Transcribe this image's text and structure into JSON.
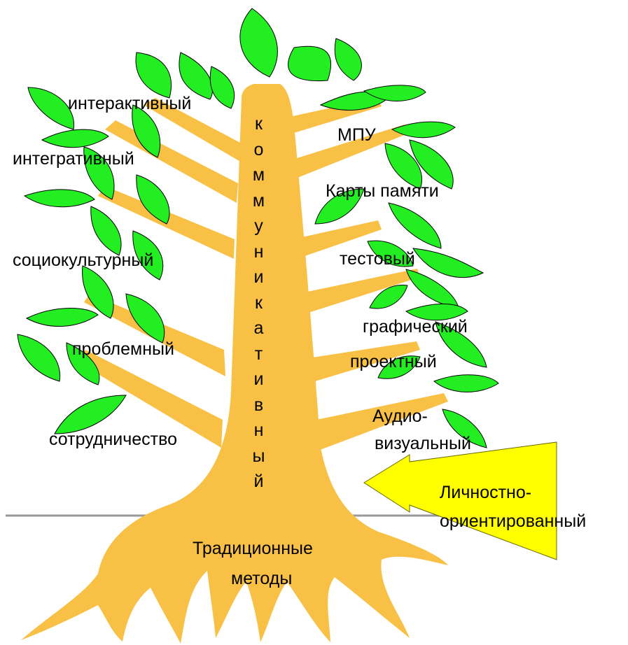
{
  "colors": {
    "leaf": "#22ee22",
    "trunk": "#f8c044",
    "arrow": "#ffff00",
    "ground": "#999999",
    "outline": "#000000"
  },
  "trunk_letters": [
    "к",
    "о",
    "м",
    "м",
    "у",
    "н",
    "и",
    "к",
    "а",
    "т",
    "и",
    "в",
    "н",
    "ы",
    "й"
  ],
  "left_branches": {
    "interactive": "интерактивный",
    "integrative": "интегративный",
    "sociocultural": "социокультурный",
    "problem": "проблемный",
    "cooperation": "сотрудничество"
  },
  "right_branches": {
    "mpu": "МПУ",
    "mind_maps": "Карты памяти",
    "test": "тестовый",
    "graphic": "графический",
    "project": "проектный",
    "audio_line1": "Аудио-",
    "audio_line2": "визуальный"
  },
  "roots": {
    "line1": "Традиционные",
    "line2": "методы"
  },
  "arrow": {
    "line1": "Личностно-",
    "line2": "ориентированный"
  }
}
